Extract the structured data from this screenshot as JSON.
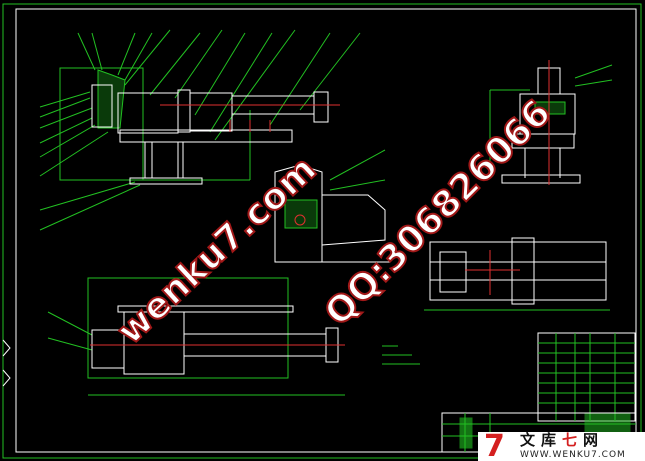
{
  "drawing": {
    "background": "#000000",
    "line_green": "#22c022",
    "line_white": "#ffffff",
    "line_red": "#e03030"
  },
  "watermarks": {
    "site": "wenku7.com",
    "qq": "QQ:306826066"
  },
  "logo": {
    "mark": "7",
    "name_a": "文库",
    "name_b": "七",
    "name_c": "网",
    "url": "WWW.WENKU7.COM"
  }
}
